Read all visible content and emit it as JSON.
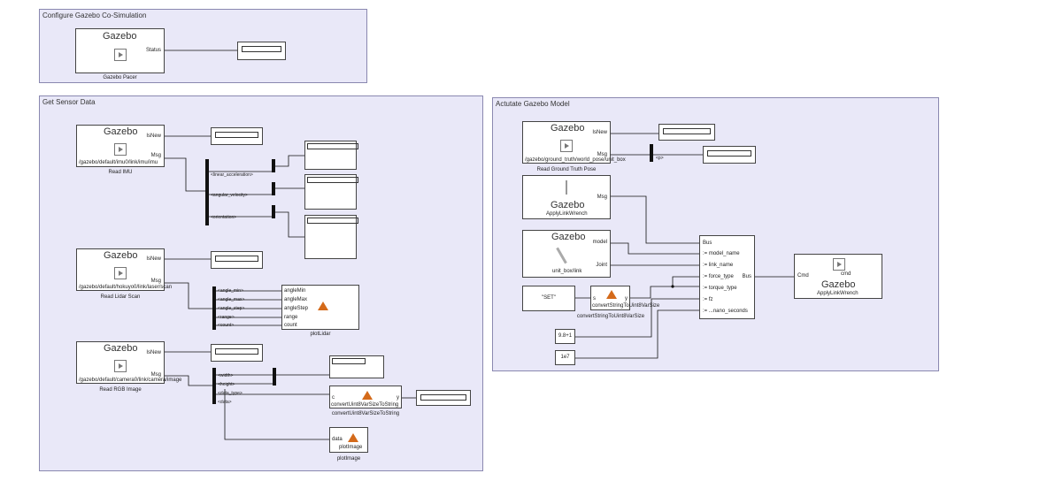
{
  "areas": {
    "configure": {
      "title": "Configure Gazebo Co-Simulation"
    },
    "sensor": {
      "title": "Get Sensor Data"
    },
    "actuate": {
      "title": "Actutate Gazebo Model"
    }
  },
  "gazebo_word": "Gazebo",
  "pacer": {
    "caption": "Gazebo Pacer",
    "port_out": "Status"
  },
  "read_imu": {
    "caption": "Read IMU",
    "topic": "/gazebo/default/imu0/link/imu/imu",
    "port_isnew": "IsNew",
    "port_msg": "Msg"
  },
  "imu_selector": {
    "fields": [
      "<linear_acceleration>",
      "<angular_velocity>",
      "<orientation>"
    ]
  },
  "read_lidar": {
    "caption": "Read Lidar Scan",
    "topic": "/gazebo/default/hokuyo0/link/laser/scan",
    "port_isnew": "IsNew",
    "port_msg": "Msg"
  },
  "lidar_selector": {
    "fields": [
      "<angle_min>",
      "<angle_max>",
      "<angle_step>",
      "<range>",
      "<count>"
    ]
  },
  "plot_lidar": {
    "caption": "plotLidar",
    "inputs": [
      "angleMin",
      "angleMax",
      "angleStep",
      "range",
      "count"
    ]
  },
  "read_image": {
    "caption": "Read RGB Image",
    "topic": "/gazebo/default/camera0/link/camera/image",
    "port_isnew": "IsNew",
    "port_msg": "Msg"
  },
  "image_selector": {
    "fields": [
      "<width>",
      "<height>",
      "<data_type>",
      "<data>"
    ]
  },
  "convert_to_string": {
    "caption": "convertUint8VarSizeToString",
    "inner": "convertUint8VarSizeToString",
    "port_in": "c",
    "port_out": "y"
  },
  "plot_image": {
    "caption": "plotImage",
    "inner": "plotImage",
    "port_in": "data"
  },
  "read_truth": {
    "caption": "Read Ground Truth Pose",
    "topic": "/gazebo/ground_truth/world_pose/unit_box",
    "port_isnew": "IsNew",
    "port_msg": "Msg"
  },
  "truth_selector": {
    "field": "<p>"
  },
  "apply_wrench_msg": {
    "caption": "ApplyLinkWrench",
    "port_msg": "Msg"
  },
  "model_block": {
    "caption": "unit_box/link",
    "port_model": "model",
    "port_joint": "Joint"
  },
  "set_const": {
    "value": "\"SET\""
  },
  "convert_to_uint8": {
    "caption": "convertStringToUint8VarSize",
    "inner": "convertStringToUint8VarSize",
    "port_in": "s",
    "port_out": "y"
  },
  "fz_const": {
    "value": "9.8+1"
  },
  "ns_const": {
    "value": "1e7"
  },
  "bus_assign": {
    "inputs": [
      "Bus",
      ":= model_name",
      ":= link_name",
      ":= force_type",
      ":= torque_type",
      ":= fz",
      ":= ...nano_seconds"
    ],
    "port_out": "Bus"
  },
  "apply_wrench": {
    "caption": "ApplyLinkWrench",
    "port_in": "Cmd",
    "inner_port": "cmd"
  }
}
